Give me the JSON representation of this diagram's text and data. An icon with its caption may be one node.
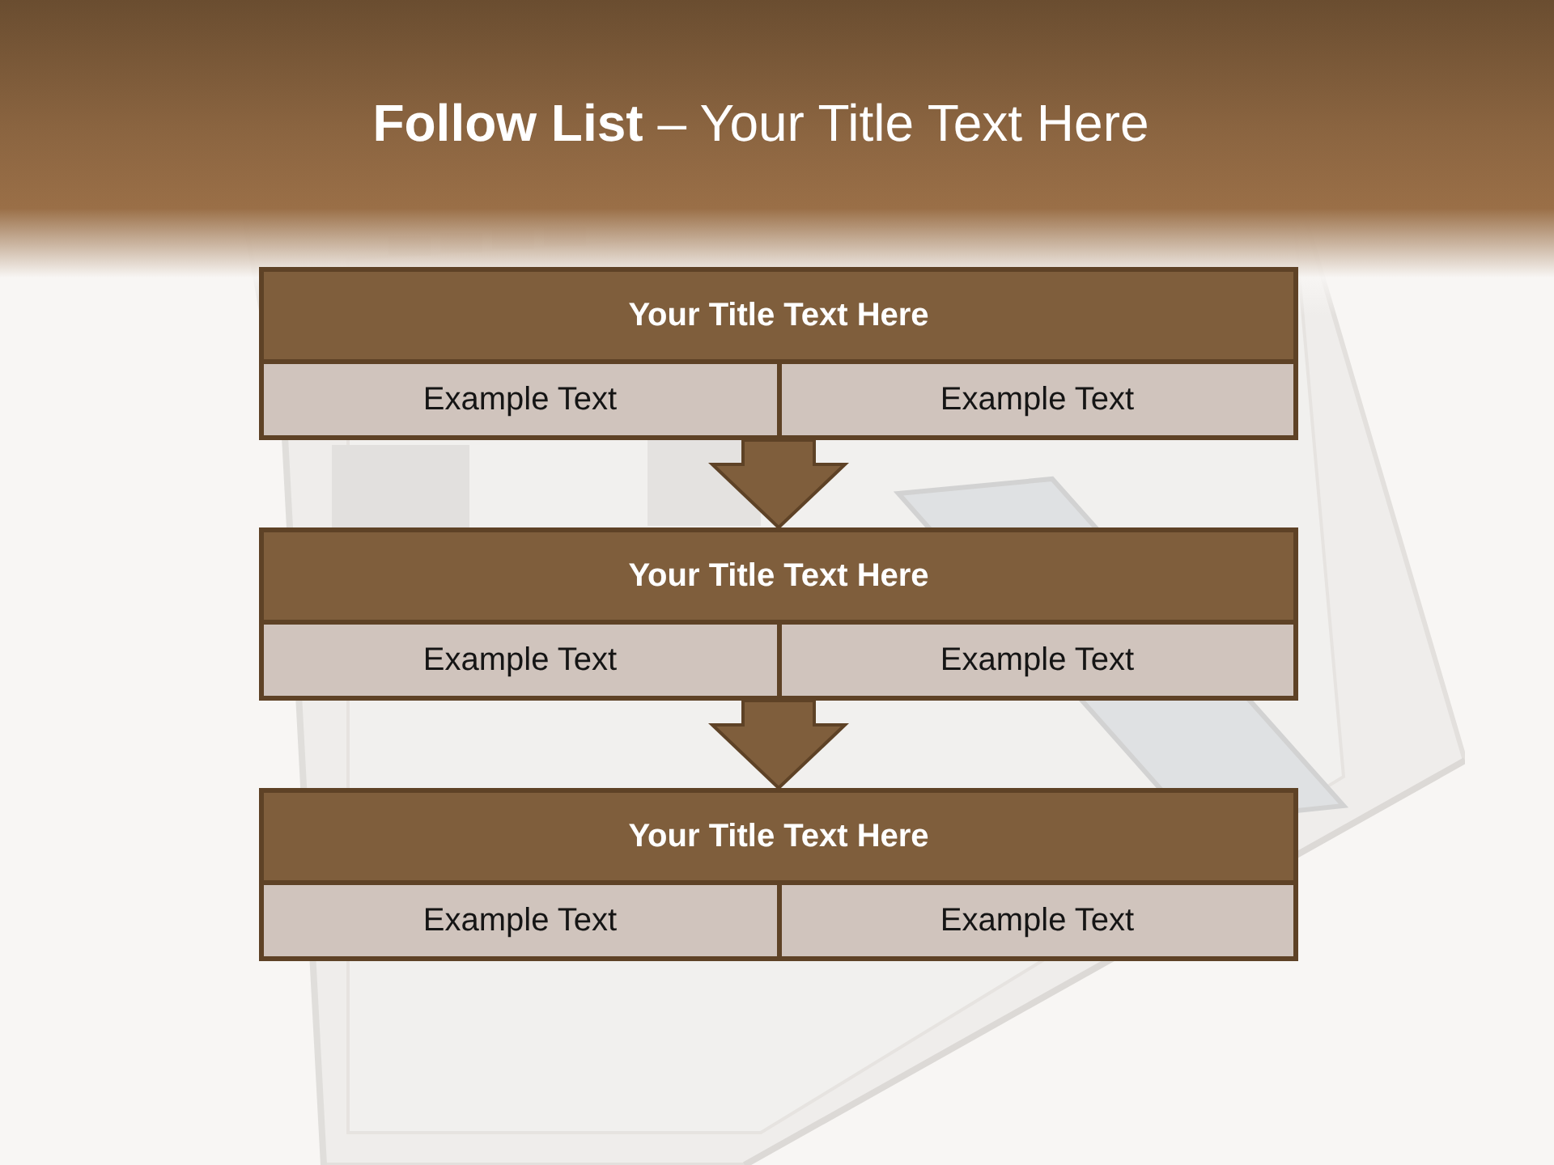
{
  "diagram": {
    "title": "**Follow List** – Your Title Text Here",
    "nodes": [
      {
        "text": [
          "Your Title Text Here"
        ]
      },
      {
        "text": [
          "Example Text"
        ],
        "in": 0
      },
      {
        "text": [
          "Example Text"
        ],
        "in": 0
      },
      {
        "text": [
          "Your Title Text Here"
        ]
      },
      {
        "text": [
          "Example Text"
        ],
        "in": 3
      },
      {
        "text": [
          "Example Text"
        ],
        "in": 3
      },
      {
        "text": [
          "Your Title Text Here"
        ]
      },
      {
        "text": [
          "Example Text"
        ],
        "in": 6
      },
      {
        "text": [
          "Example Text"
        ],
        "in": 6
      }
    ],
    "edges": [
      {
        "from": 0,
        "to": 3,
        "arrow": "to",
        "style": "thick"
      },
      {
        "from": 3,
        "to": 6,
        "arrow": "to",
        "style": "thick"
      }
    ]
  }
}
